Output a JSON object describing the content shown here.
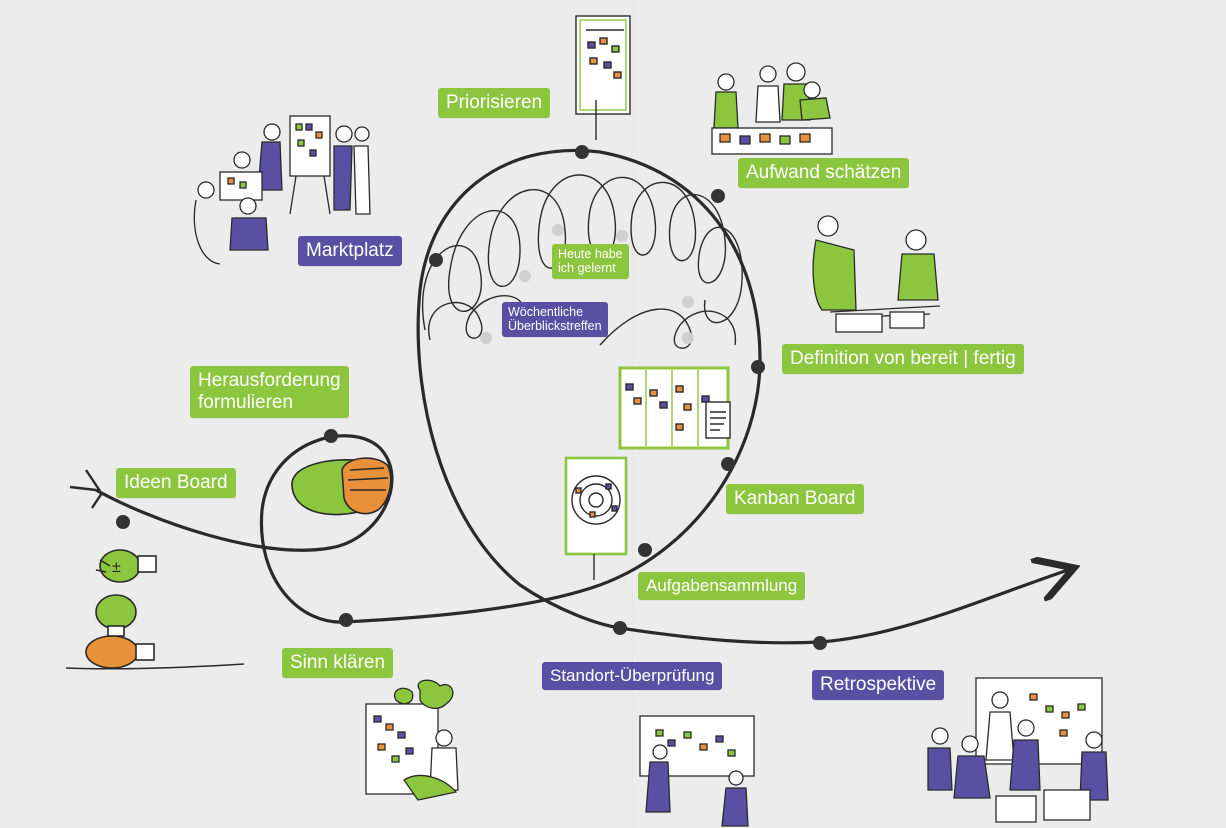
{
  "diagram": {
    "colors": {
      "green": "#8cc63f",
      "purple": "#5a4fa3",
      "line": "#2a2a2a",
      "dot": "#333333",
      "grey_dot": "#cfcfcf",
      "orange": "#e8913a"
    },
    "labels": {
      "ideen_board": "Ideen Board",
      "herausforderung": "Herausforderung formulieren",
      "herausforderung_line1": "Herausforderung",
      "herausforderung_line2": "formulieren",
      "marktplatz": "Marktplatz",
      "priorisieren": "Priorisieren",
      "aufwand_schaetzen": "Aufwand schätzen",
      "heute_gelernt_line1": "Heute habe",
      "heute_gelernt_line2": "ich gelernt",
      "woechentliche_line1": "Wöchentliche",
      "woechentliche_line2": "Überblickstreffen",
      "definition": "Definition von bereit | fertig",
      "kanban_board": "Kanban Board",
      "aufgabensammlung": "Aufgabensammlung",
      "sinn_klaeren": "Sinn klären",
      "standort": "Standort-Überprüfung",
      "retrospektive": "Retrospektive"
    },
    "icons": [
      "lightbulb-stack-icon",
      "fist-icon",
      "marketplace-people-icon",
      "flipchart-prioritize-icon",
      "estimation-team-icon",
      "definition-team-icon",
      "kanban-board-icon",
      "flipchart-target-icon",
      "meaning-board-icon",
      "review-board-icon",
      "retrospective-team-icon"
    ]
  }
}
